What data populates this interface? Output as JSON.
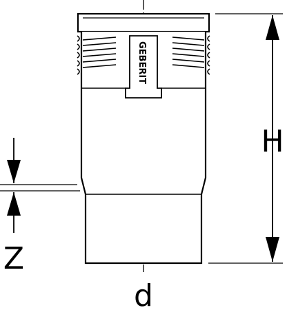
{
  "drawing": {
    "dimensions": {
      "height_label": "H",
      "spigot_label": "Z",
      "diameter_label": "d"
    },
    "brand_label": "GEBERIT",
    "colors": {
      "line": "#000000",
      "background": "#ffffff"
    }
  }
}
